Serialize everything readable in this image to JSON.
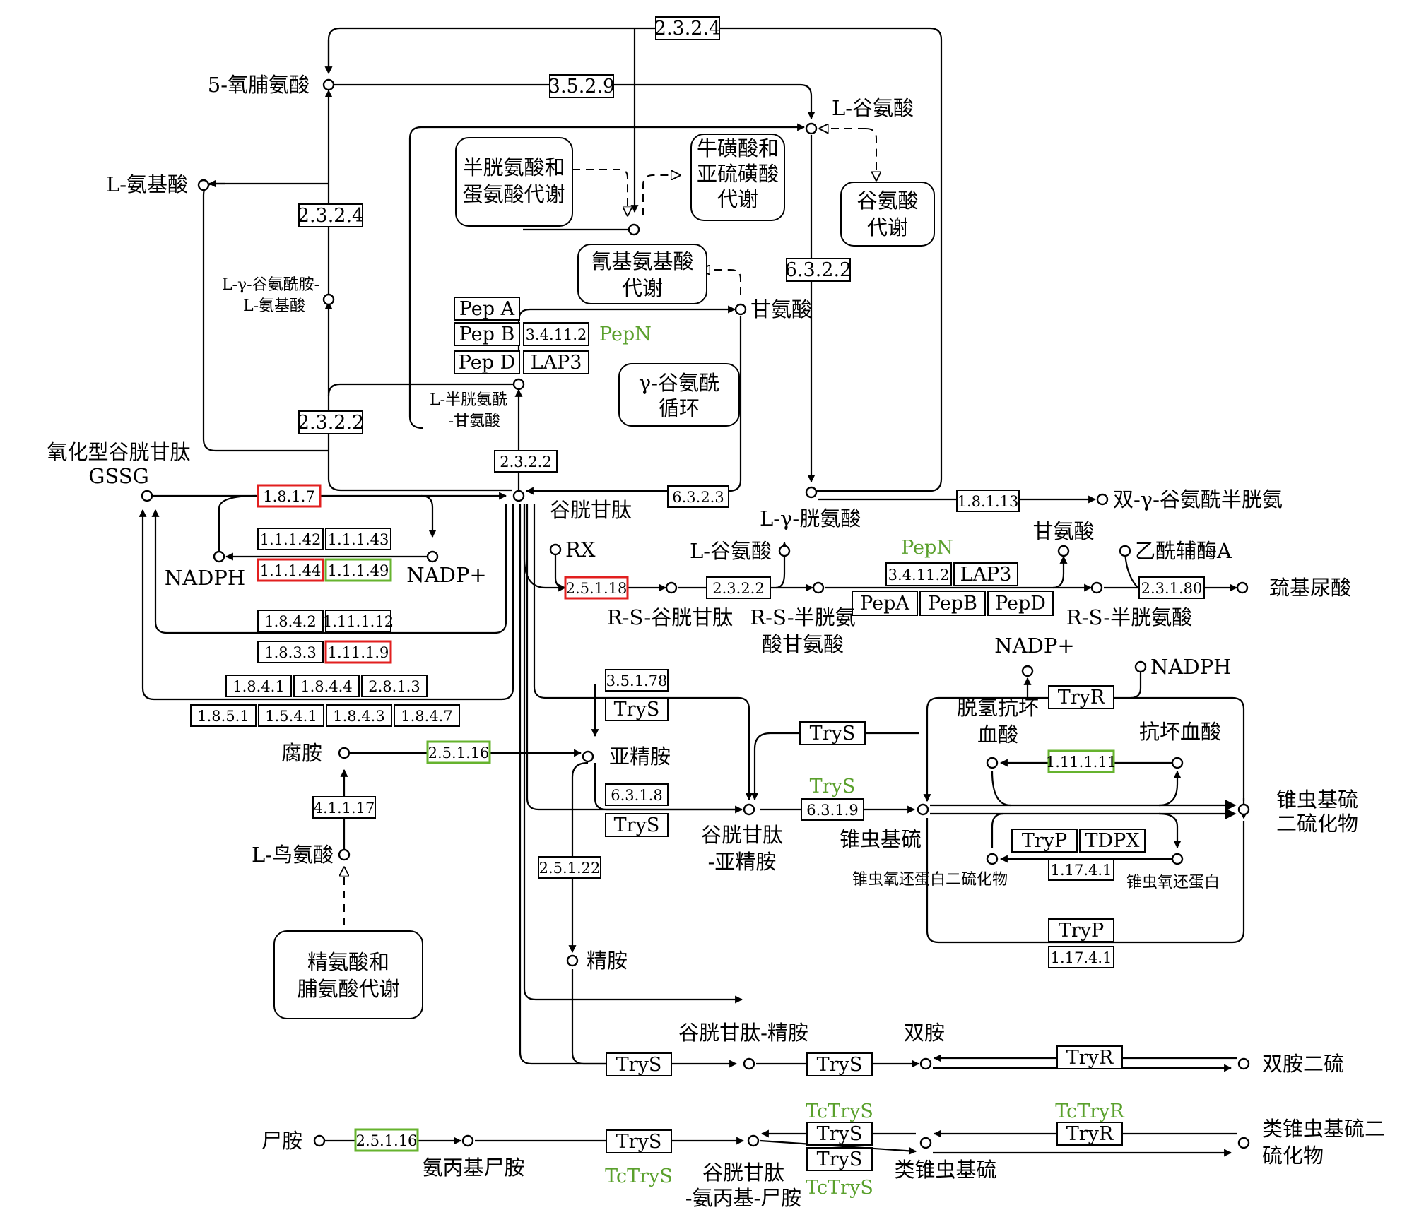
{
  "colors": {
    "line": "#000000",
    "highlight_red": "#e21f1f",
    "highlight_green": "#66b32e",
    "gene_label": "#5aa02c"
  },
  "compounds": [
    {
      "id": "oxoproline",
      "label": "5-氧脯氨酸"
    },
    {
      "id": "l-amino-acid",
      "label": "L-氨基酸"
    },
    {
      "id": "glu-aa",
      "label": "L-γ-谷氨酰胺-\nL-氨基酸"
    },
    {
      "id": "gssg",
      "label": "氧化型谷胱甘肽\nGSSG"
    },
    {
      "id": "l-glu",
      "label": "L-谷氨酸"
    },
    {
      "id": "gly-top",
      "label": "甘氨酸"
    },
    {
      "id": "cysgly",
      "label": "L-半胱氨酰\n-甘氨酸"
    },
    {
      "id": "gsh",
      "label": "谷胱甘肽"
    },
    {
      "id": "ggc",
      "label": "L-γ-胱氨酸"
    },
    {
      "id": "bis-ggc",
      "label": "双-γ-谷氨酰半胱氨"
    },
    {
      "id": "nadph-l",
      "label": "NADPH"
    },
    {
      "id": "nadp-l",
      "label": "NADP+"
    },
    {
      "id": "rx",
      "label": "RX"
    },
    {
      "id": "l-glu-2",
      "label": "L-谷氨酸"
    },
    {
      "id": "gly-r",
      "label": "甘氨酸"
    },
    {
      "id": "acetyl-coa",
      "label": "乙酰辅酶A"
    },
    {
      "id": "rs-gsh",
      "label": "R-S-谷胱甘肽"
    },
    {
      "id": "rs-cysgly",
      "label": "R-S-半胱氨\n酸甘氨酸"
    },
    {
      "id": "rs-cys",
      "label": "R-S-半胱氨酸"
    },
    {
      "id": "mercapturic",
      "label": "巯基尿酸"
    },
    {
      "id": "putrescine",
      "label": "腐胺"
    },
    {
      "id": "spermidine",
      "label": "亚精胺"
    },
    {
      "id": "ornithine",
      "label": "L-鸟氨酸"
    },
    {
      "id": "gsh-spd",
      "label": "谷胱甘肽\n-亚精胺"
    },
    {
      "id": "trypanothione",
      "label": "锥虫基硫"
    },
    {
      "id": "t-disulfide",
      "label": "锥虫基硫\n二硫化物"
    },
    {
      "id": "nadp-r",
      "label": "NADP+"
    },
    {
      "id": "nadph-r",
      "label": "NADPH"
    },
    {
      "id": "dha",
      "label": "脱氢抗坏\n血酸"
    },
    {
      "id": "ascorbate",
      "label": "抗坏血酸"
    },
    {
      "id": "tryx-ss",
      "label": "锥虫氧还蛋白二硫化物"
    },
    {
      "id": "tryx",
      "label": "锥虫氧还蛋白"
    },
    {
      "id": "spermine",
      "label": "精胺"
    },
    {
      "id": "gsh-spm",
      "label": "谷胱甘肽-精胺"
    },
    {
      "id": "diamine",
      "label": "双胺"
    },
    {
      "id": "diamine-ss",
      "label": "双胺二硫"
    },
    {
      "id": "cadaverine",
      "label": "尸胺"
    },
    {
      "id": "aminopropylcad",
      "label": "氨丙基尸胺"
    },
    {
      "id": "gsh-apc",
      "label": "谷胱甘肽\n-氨丙基-尸胺"
    },
    {
      "id": "homotryp",
      "label": "类锥虫基硫"
    },
    {
      "id": "homotryp-ss",
      "label": "类锥虫基硫二\n硫化物"
    }
  ],
  "enzymes": [
    "2.3.2.4",
    "3.5.2.9",
    "2.3.2.4",
    "6.3.2.2",
    "2.3.2.2",
    "2.3.2.2",
    "6.3.2.3",
    "1.8.1.13",
    "Pep A",
    "Pep B",
    "Pep D",
    "3.4.11.2",
    "LAP3",
    "1.8.1.7",
    "1.1.1.42",
    "1.1.1.43",
    "1.1.1.44",
    "1.1.1.49",
    "1.8.4.2",
    "1.11.1.12",
    "1.8.3.3",
    "1.11.1.9",
    "1.8.4.1",
    "1.8.4.4",
    "2.8.1.3",
    "1.8.5.1",
    "1.5.4.1",
    "1.8.4.3",
    "1.8.4.7",
    "2.5.1.18",
    "2.3.2.2",
    "3.4.11.2",
    "LAP3",
    "PepA",
    "PepB",
    "PepD",
    "2.3.1.80",
    "3.5.1.78",
    "TryS",
    "2.5.1.16",
    "4.1.1.17",
    "TryS",
    "6.3.1.8",
    "TryS",
    "6.3.1.9",
    "2.5.1.22",
    "TryR",
    "1.11.1.11",
    "TryP",
    "TDPX",
    "1.17.4.1",
    "TryP",
    "1.17.4.1",
    "TryS",
    "TryS",
    "TryR",
    "2.5.1.16",
    "TryS",
    "TryS",
    "TryS",
    "TryR"
  ],
  "maps": [
    "半胱氨酸和\n蛋氨酸代谢",
    "牛磺酸和\n亚硫磺酸\n代谢",
    "谷氨酸\n代谢",
    "氰基氨基酸\n代谢",
    "γ-谷氨酰\n循环",
    "精氨酸和\n脯氨酸代谢"
  ],
  "gene_labels": [
    "PepN",
    "PepN",
    "TryS",
    "TcTryS",
    "TcTryR",
    "TcTryS",
    "TcTryS"
  ]
}
